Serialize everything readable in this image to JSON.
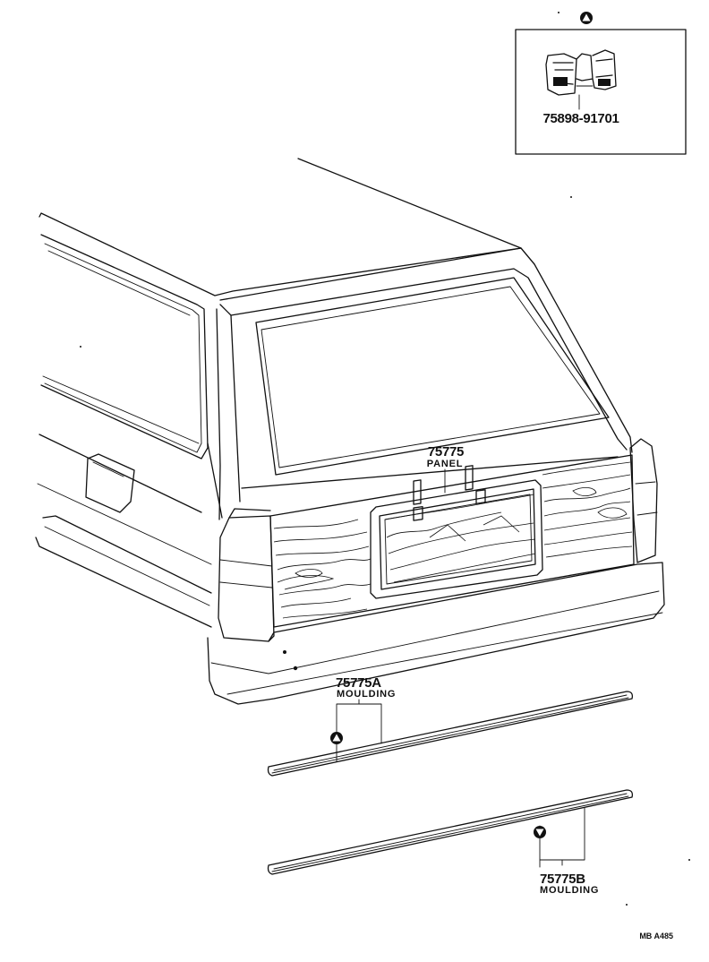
{
  "callouts": {
    "clip": {
      "part_no": "75898-91701",
      "marker": "triangle-up"
    },
    "panel": {
      "part_no": "75775",
      "name": "PANEL"
    },
    "moulding_a": {
      "part_no": "75775A",
      "name": "MOULDING",
      "marker": "triangle-up"
    },
    "moulding_b": {
      "part_no": "75775B",
      "name": "MOULDING",
      "marker": "triangle-down"
    }
  },
  "figure_code": "MB A485",
  "colors": {
    "ink": "#111111",
    "paper": "#ffffff"
  }
}
